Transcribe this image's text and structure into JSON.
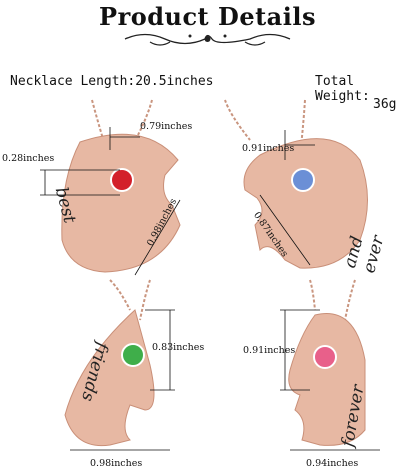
{
  "header": {
    "title": "Product Details"
  },
  "specs": {
    "necklace_length": "Necklace Length:20.5inches",
    "total_weight_label": "Total Weight:",
    "total_weight_value": "36g"
  },
  "pendants": [
    {
      "name": "best",
      "engraving": "best",
      "stone_color": "#d3202b",
      "dimensions": [
        "0.79inches",
        "0.28inches",
        "0.98inches"
      ]
    },
    {
      "name": "and ever",
      "engraving": "and ever",
      "stone_color": "#6b8fd6",
      "dimensions": [
        "0.91inches",
        "0.87inches"
      ]
    },
    {
      "name": "friends",
      "engraving": "friends",
      "stone_color": "#3fae4a",
      "dimensions": [
        "0.83inches",
        "0.98inches"
      ]
    },
    {
      "name": "forever",
      "engraving": "forever",
      "stone_color": "#e8608a",
      "dimensions": [
        "0.91inches",
        "0.94inches"
      ]
    }
  ],
  "colors": {
    "rose_gold": "#e7b8a3",
    "rose_gold_dark": "#c98f78",
    "chain": "#c9957f"
  }
}
